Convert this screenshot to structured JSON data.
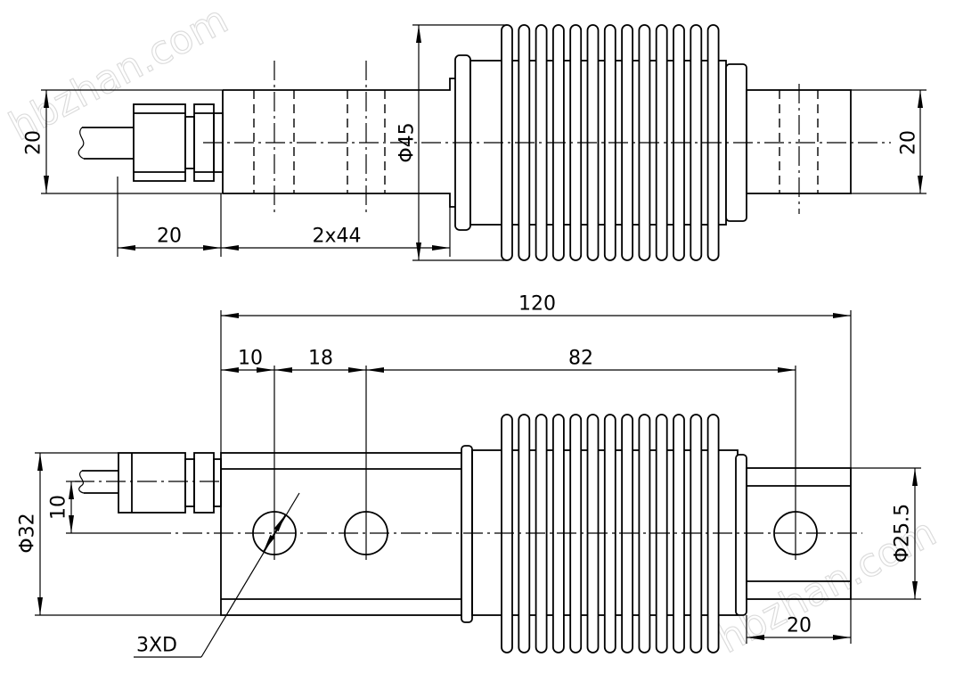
{
  "top_view": {
    "dim_left_height": "20",
    "dim_right_height": "20",
    "dim_diameter": "Φ45",
    "dim_connector_length": "20",
    "dim_hole_spacing": "2x44"
  },
  "bottom_view": {
    "dim_overall_length": "120",
    "dim_first_hole": "10",
    "dim_hole_pitch": "18",
    "dim_end_hole": "82",
    "dim_body_diameter": "Φ32",
    "dim_cable_offset": "10",
    "dim_shaft_diameter": "Φ25.5",
    "dim_shaft_length": "20",
    "hole_callout": "3XD"
  },
  "watermark": "hbzhan.com",
  "colors": {
    "line": "#000000",
    "background": "#ffffff",
    "watermark": "#dcdcdc"
  }
}
